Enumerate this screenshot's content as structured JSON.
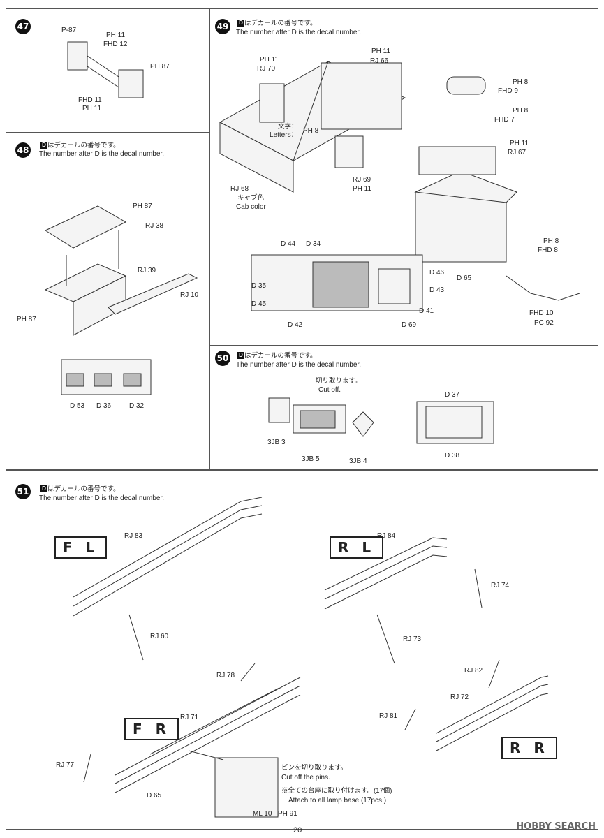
{
  "steps": {
    "s47": {
      "num": "47",
      "labels": [
        "P-87",
        "PH 11",
        "FHD 12",
        "PH 87",
        "FHD 11",
        "PH 11"
      ]
    },
    "s48": {
      "num": "48",
      "note_jp": "はデカールの番号です。",
      "note_en": "The number after D is the decal number.",
      "labels": [
        "PH 87",
        "RJ 38",
        "RJ 39",
        "RJ 10",
        "PH 87"
      ],
      "decals": [
        "D 53",
        "D 36",
        "D 32"
      ]
    },
    "s49": {
      "num": "49",
      "note_jp": "はデカールの番号です。",
      "note_en": "The number after D is the decal number.",
      "labels": [
        "PH 11",
        "RJ 70",
        "PH 11",
        "RJ 66",
        "文字：",
        "Letters：",
        "PH 8",
        "RJ 68",
        "キャブ色",
        "Cab color",
        "RJ 69",
        "PH 11",
        "PH 8",
        "FHD 9",
        "PH 8",
        "FHD 7",
        "PH 11",
        "RJ 67",
        "PH 8",
        "FHD 8",
        "FHD 10",
        "PC 92"
      ],
      "decals": [
        "D 44",
        "D 34",
        "D 35",
        "D 45",
        "D 46",
        "D 42",
        "D 43",
        "D 41",
        "D 65",
        "D 69"
      ]
    },
    "s50": {
      "num": "50",
      "note_jp": "はデカールの番号です。",
      "note_en": "The number after D is the decal number.",
      "cut_jp": "切り取ります。",
      "cut_en": "Cut off.",
      "labels": [
        "3JB 3",
        "3JB 5",
        "3JB 4"
      ],
      "decals": [
        "D 37",
        "D 38"
      ]
    },
    "s51": {
      "num": "51",
      "note_jp": "はデカールの番号です。",
      "note_en": "The number after D is the decal number.",
      "groups": [
        "F L",
        "R L",
        "F R",
        "R R"
      ],
      "labels": [
        "RJ 83",
        "RJ 60",
        "RJ 84",
        "RJ 74",
        "RJ 73",
        "RJ 78",
        "RJ 71",
        "RJ 77",
        "D 65",
        "RJ 82",
        "RJ 72",
        "RJ 81",
        "ML 10",
        "PH 91"
      ],
      "pin_jp": "ピンを切り取ります。",
      "pin_en": "Cut off the pins.",
      "attach_jp": "※全ての台座に取り付けます。(17個)",
      "attach_en": "Attach to all lamp base.(17pcs.)"
    }
  },
  "page": {
    "number": "20",
    "watermark": "HOBBY SEARCH"
  }
}
